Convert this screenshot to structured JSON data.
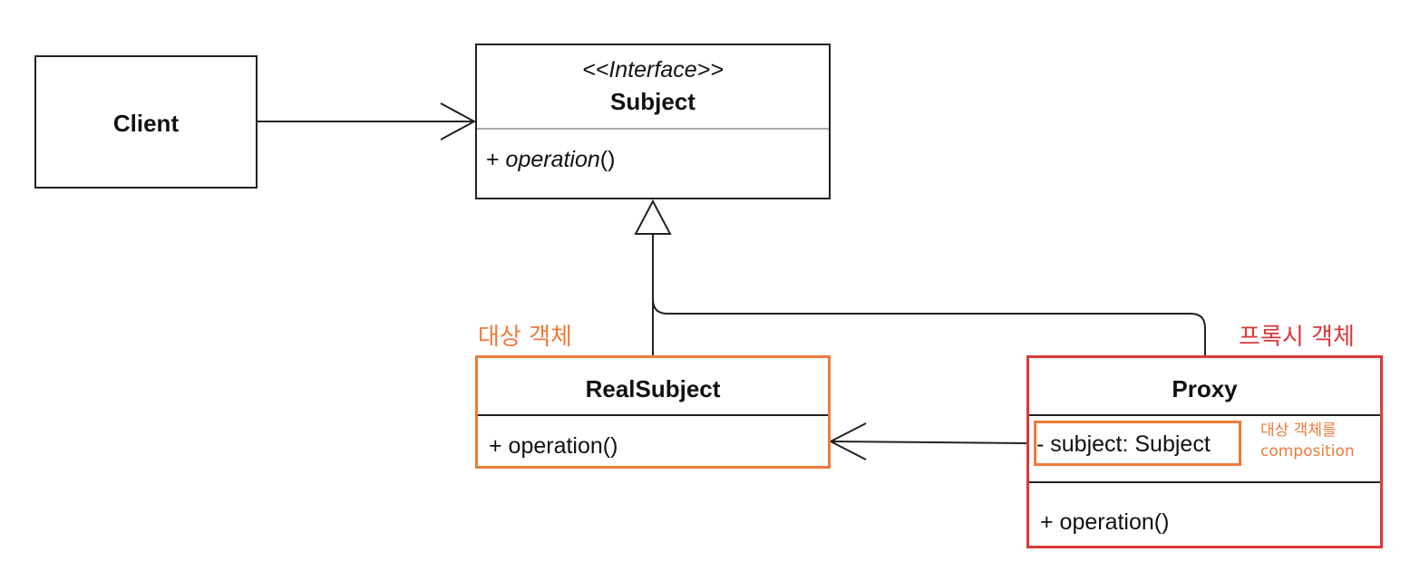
{
  "client": {
    "name": "Client"
  },
  "subject": {
    "stereotype": "<<Interface>>",
    "name": "Subject",
    "operation_prefix": "+ ",
    "operation_name": "operation",
    "operation_suffix": "()"
  },
  "real_subject": {
    "name": "RealSubject",
    "operation": "+ operation()",
    "note": "대상 객체"
  },
  "proxy": {
    "name": "Proxy",
    "field": "- subject: Subject",
    "operation": "+ operation()",
    "note": "프록시 객체",
    "field_note_line1": "대상 객체를",
    "field_note_line2": "composition"
  },
  "colors": {
    "line": "#222222",
    "orange": "#ee7a3a",
    "red": "#d93a3a"
  }
}
